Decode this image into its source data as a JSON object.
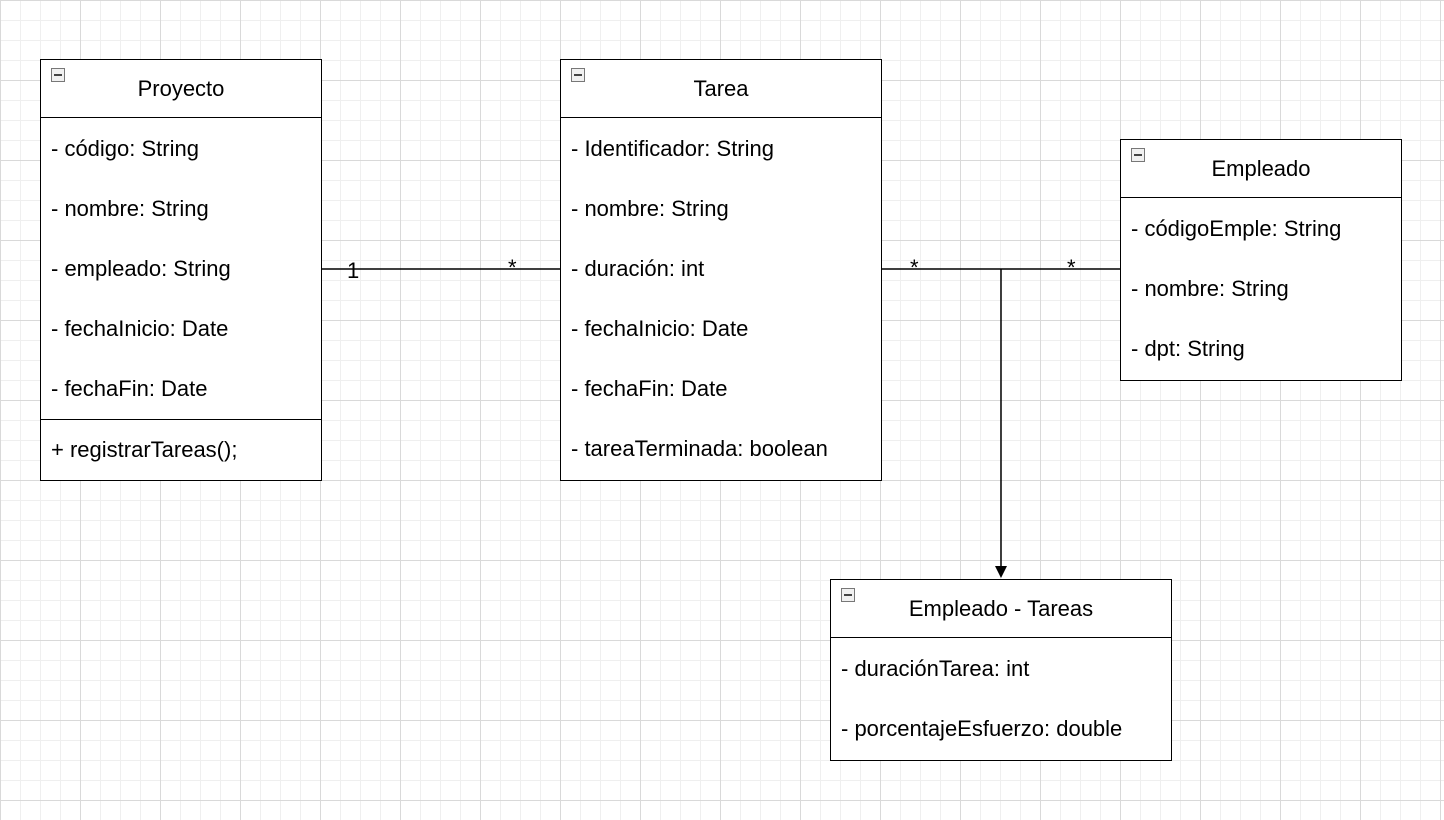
{
  "classes": {
    "proyecto": {
      "name": "Proyecto",
      "attributes": [
        "- código: String",
        "- nombre: String",
        "- empleado: String",
        "- fechaInicio: Date",
        "- fechaFin: Date"
      ],
      "methods": [
        "+ registrarTareas();"
      ]
    },
    "tarea": {
      "name": "Tarea",
      "attributes": [
        "- Identificador: String",
        "- nombre: String",
        "- duración: int",
        "- fechaInicio: Date",
        "- fechaFin: Date",
        "- tareaTerminada: boolean"
      ]
    },
    "empleado": {
      "name": "Empleado",
      "attributes": [
        "- códigoEmple: String",
        "- nombre: String",
        "- dpt: String"
      ]
    },
    "empleado_tareas": {
      "name": "Empleado - Tareas",
      "attributes": [
        "- duraciónTarea: int",
        "- porcentajeEsfuerzo: double"
      ]
    }
  },
  "associations": {
    "proyecto_tarea": {
      "source_mult": "1",
      "target_mult": "*"
    },
    "tarea_empleado": {
      "source_mult": "*",
      "target_mult": "*"
    }
  },
  "colors": {
    "line": "#000000",
    "grid": "#d9d9d9"
  },
  "icons": {
    "collapse": "minus-square-icon"
  }
}
